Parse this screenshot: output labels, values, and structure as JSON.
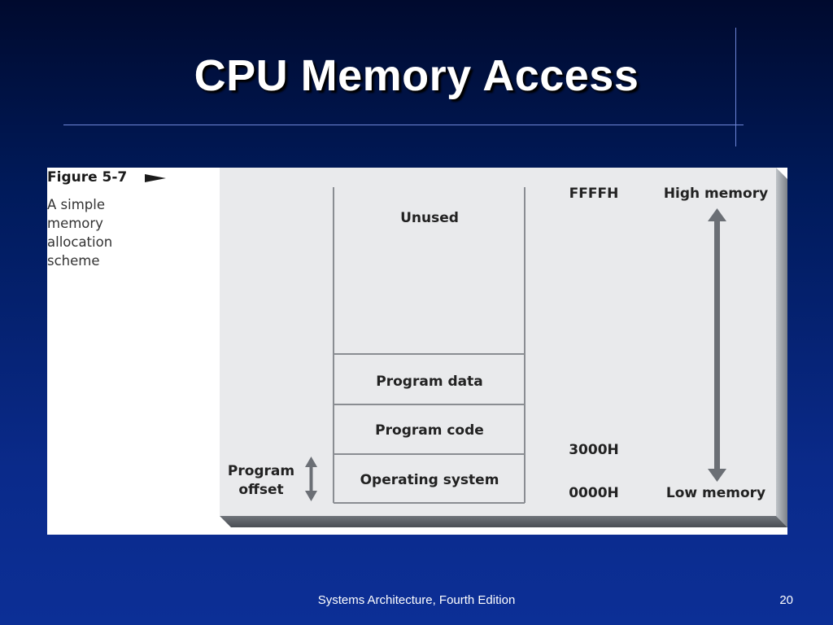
{
  "slide": {
    "title": "CPU Memory Access",
    "footer": "Systems Architecture, Fourth Edition",
    "page_number": "20"
  },
  "figure": {
    "caption_title": "Figure 5-7",
    "caption_lines": [
      "A simple",
      "memory",
      "allocation",
      "scheme"
    ]
  },
  "diagram": {
    "blocks": [
      "Unused",
      "Program data",
      "Program code",
      "Operating system"
    ],
    "addresses": {
      "top": "FFFFH",
      "middle": "3000H",
      "bottom": "0000H"
    },
    "range_labels": {
      "high": "High memory",
      "low": "Low memory"
    },
    "offset_label": [
      "Program",
      "offset"
    ]
  },
  "colors": {
    "background_top": "#000a2e",
    "background_bottom": "#0c2f96",
    "title": "#ffffff",
    "rules": "#6f86d8",
    "diagram_panel": "#e9eaec",
    "diagram_shadow": "#5c6066"
  },
  "icons": {
    "caption_marker": "triangle-right-icon",
    "range_arrow": "double-headed-vertical-arrow-icon",
    "offset_arrow": "double-headed-vertical-arrow-icon"
  }
}
